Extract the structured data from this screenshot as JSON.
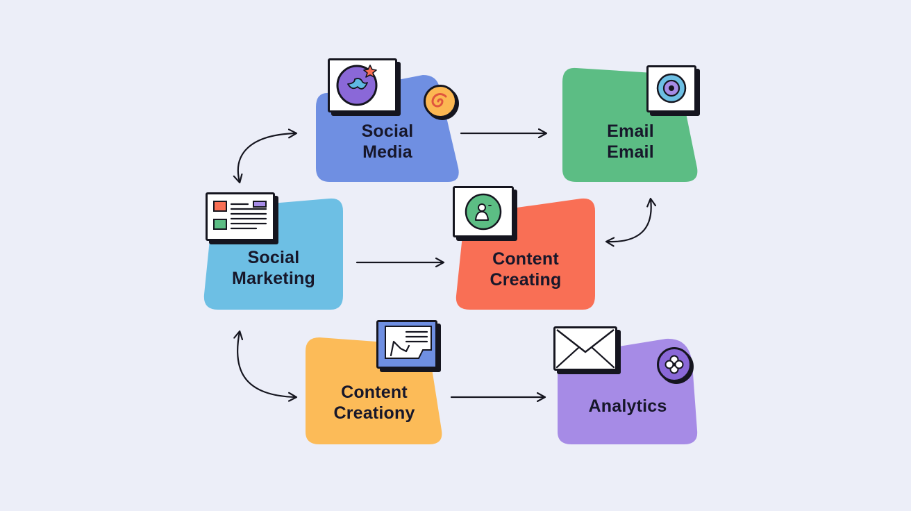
{
  "nodes": {
    "social_media": {
      "line1": "Social",
      "line2": "Media",
      "color": "#6f8fe2"
    },
    "email": {
      "line1": "Email",
      "line2": "Email",
      "color": "#5cbd84"
    },
    "social_marketing": {
      "line1": "Social",
      "line2": "Marketing",
      "color": "#6dbfe4"
    },
    "content_creating": {
      "line1": "Content",
      "line2": "Creating",
      "color": "#f96f55"
    },
    "content_creation": {
      "line1": "Content",
      "line2": "Creationy",
      "color": "#fcbb58"
    },
    "analytics": {
      "line1": "Analytics",
      "color": "#a68be6"
    }
  },
  "icons": {
    "social_media": "bird-icon",
    "social_media_badge": "swirl-icon",
    "email": "target-icon",
    "social_marketing": "dashboard-icon",
    "content_creating": "user-icon",
    "content_creation": "chart-icon",
    "analytics_card": "envelope-icon",
    "analytics_badge": "clover-icon"
  }
}
